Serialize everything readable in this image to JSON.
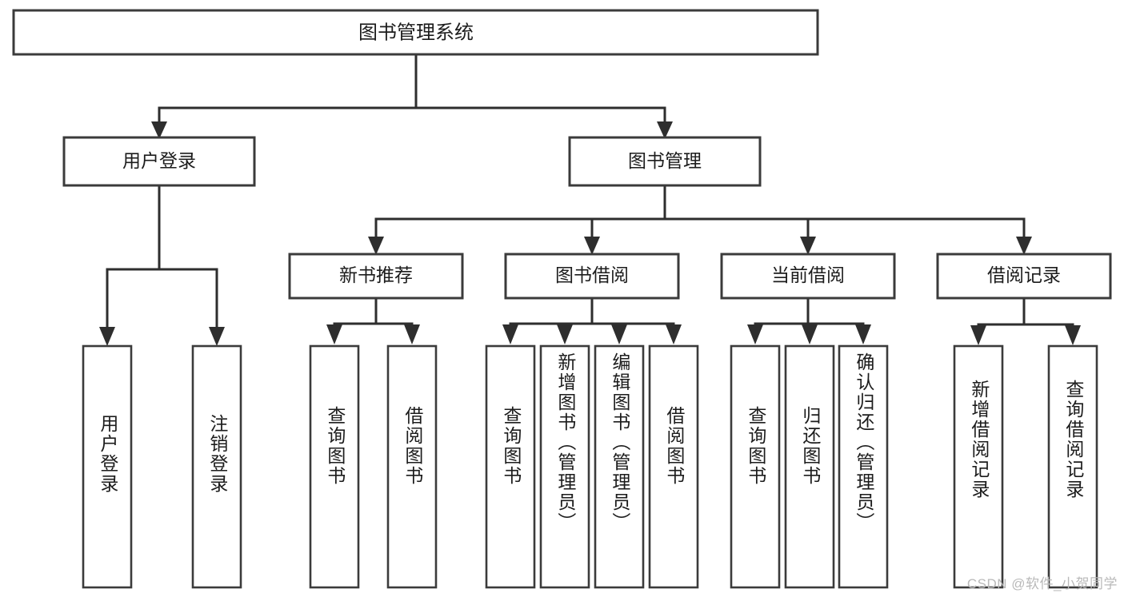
{
  "diagram": {
    "type": "tree",
    "title": "图书管理系统",
    "root": {
      "id": "root",
      "label": "图书管理系统",
      "orientation": "horizontal"
    },
    "level2": [
      {
        "id": "user-login",
        "label": "用户登录",
        "orientation": "horizontal"
      },
      {
        "id": "book-management",
        "label": "图书管理",
        "orientation": "horizontal"
      }
    ],
    "level3": [
      {
        "id": "new-book-recommend",
        "label": "新书推荐",
        "orientation": "horizontal",
        "parent": "book-management"
      },
      {
        "id": "book-borrow",
        "label": "图书借阅",
        "orientation": "horizontal",
        "parent": "book-management"
      },
      {
        "id": "current-borrow",
        "label": "当前借阅",
        "orientation": "horizontal",
        "parent": "book-management"
      },
      {
        "id": "borrow-record",
        "label": "借阅记录",
        "orientation": "horizontal",
        "parent": "book-management"
      }
    ],
    "leaves": [
      {
        "id": "leaf-user-login",
        "label": "用户登录",
        "parent": "user-login",
        "orientation": "vertical"
      },
      {
        "id": "leaf-user-logout",
        "label": "注销登录",
        "parent": "user-login",
        "orientation": "vertical"
      },
      {
        "id": "leaf-query-book-1",
        "label": "查询图书",
        "parent": "new-book-recommend",
        "orientation": "vertical"
      },
      {
        "id": "leaf-borrow-book-1",
        "label": "借阅图书",
        "parent": "new-book-recommend",
        "orientation": "vertical"
      },
      {
        "id": "leaf-query-book-2",
        "label": "查询图书",
        "parent": "book-borrow",
        "orientation": "vertical"
      },
      {
        "id": "leaf-add-book",
        "label": "新增图书（管理员）",
        "parent": "book-borrow",
        "orientation": "vertical"
      },
      {
        "id": "leaf-edit-book",
        "label": "编辑图书（管理员）",
        "parent": "book-borrow",
        "orientation": "vertical"
      },
      {
        "id": "leaf-borrow-book-2",
        "label": "借阅图书",
        "parent": "book-borrow",
        "orientation": "vertical"
      },
      {
        "id": "leaf-query-book-3",
        "label": "查询图书",
        "parent": "current-borrow",
        "orientation": "vertical"
      },
      {
        "id": "leaf-return-book",
        "label": "归还图书",
        "parent": "current-borrow",
        "orientation": "vertical"
      },
      {
        "id": "leaf-confirm-return",
        "label": "确认归还（管理员）",
        "parent": "current-borrow",
        "orientation": "vertical"
      },
      {
        "id": "leaf-add-record",
        "label": "新增借阅记录",
        "parent": "borrow-record",
        "orientation": "vertical"
      },
      {
        "id": "leaf-query-record",
        "label": "查询借阅记录",
        "parent": "borrow-record",
        "orientation": "vertical"
      }
    ]
  },
  "watermark": {
    "text": "CSDN @软件_小贺同学"
  },
  "colors": {
    "background": "#ffffff",
    "box_stroke": "#3b3b3b",
    "edge": "#2e2e2e",
    "text": "#1c1c1c",
    "watermark": "#b9b9b9"
  }
}
